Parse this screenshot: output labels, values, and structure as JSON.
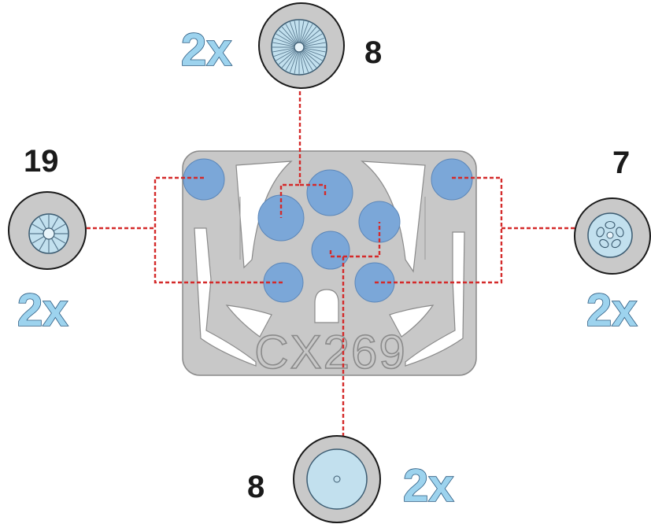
{
  "sheet": {
    "code": "CX269",
    "colors": {
      "sheet_fill": "#c8c8c8",
      "sheet_stroke": "#8a8a8a",
      "mask_fill": "#7ba7d8",
      "leader": "#d42a2a"
    }
  },
  "callouts": {
    "top": {
      "count": "8",
      "multiplier": "2x",
      "icon": "spoked-wheel-icon"
    },
    "left": {
      "count": "19",
      "multiplier": "2x",
      "icon": "spoked-wheel-icon"
    },
    "right": {
      "count": "7",
      "multiplier": "2x",
      "icon": "five-hole-wheel-icon"
    },
    "bottom": {
      "count": "8",
      "multiplier": "2x",
      "icon": "plain-wheel-icon"
    }
  },
  "colors": {
    "multiplier_text": "#9dd3ee",
    "tire": "#c9c9c9",
    "hub": "#c2e0ee"
  }
}
